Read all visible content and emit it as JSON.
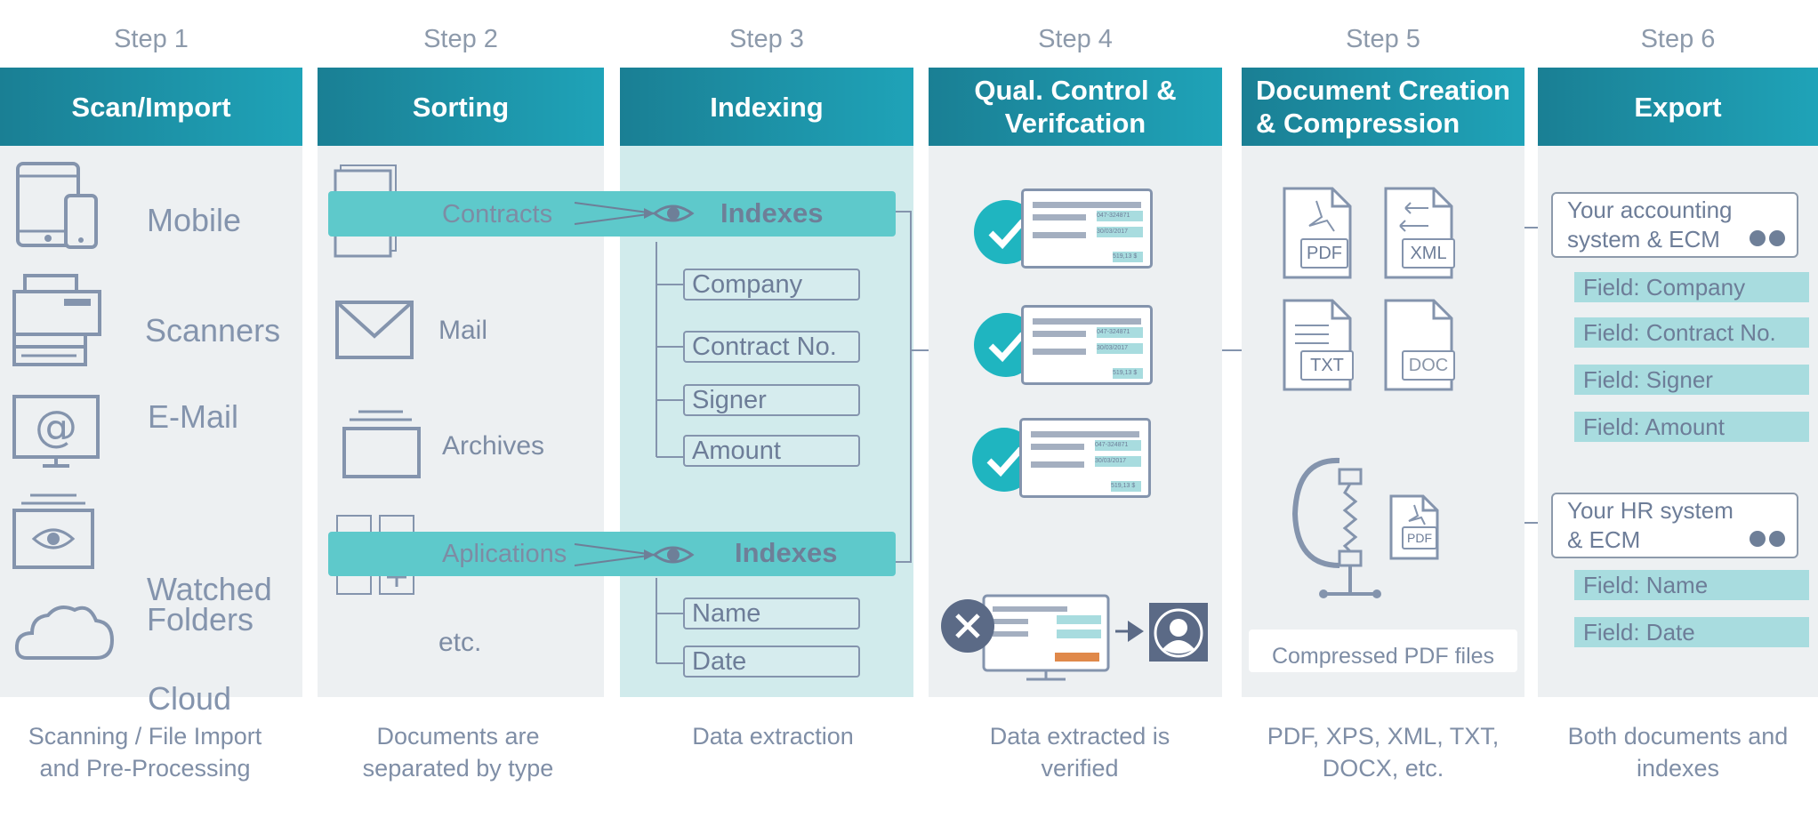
{
  "steps": [
    {
      "label": "Step 1",
      "title": "Scan/Import",
      "caption_l1": "Scanning / File Import",
      "caption_l2": "and Pre-Processing"
    },
    {
      "label": "Step 2",
      "title": "Sorting",
      "caption_l1": "Documents are",
      "caption_l2": "separated by type"
    },
    {
      "label": "Step 3",
      "title": "Indexing",
      "caption_l1": "Data extraction",
      "caption_l2": ""
    },
    {
      "label": "Step 4",
      "title_l1": "Qual. Control &",
      "title_l2": "Verifcation",
      "caption_l1": "Data extracted is",
      "caption_l2": "verified"
    },
    {
      "label": "Step 5",
      "title_l1": "Document Creation",
      "title_l2": "& Compression",
      "caption_l1": "PDF, XPS, XML, TXT,",
      "caption_l2": "DOCX, etc."
    },
    {
      "label": "Step 6",
      "title": "Export",
      "caption_l1": "Both documents and",
      "caption_l2": "indexes"
    }
  ],
  "sources": {
    "mobile": "Mobile",
    "scanners": "Scanners",
    "email": "E-Mail",
    "watched_l1": "Watched",
    "watched_l2": "Folders",
    "cloud": "Cloud"
  },
  "sorting": {
    "contracts": "Contracts",
    "mail": "Mail",
    "archives": "Archives",
    "aplications": "Aplications",
    "etc": "etc."
  },
  "indexing": {
    "indexes_label": "Indexes",
    "contract_fields": [
      "Company",
      "Contract No.",
      "Signer",
      "Amount"
    ],
    "application_fields": [
      "Name",
      "Date"
    ]
  },
  "verification": {
    "doc_lines": [
      "047-324871",
      "30/03/2017",
      "519,13 $"
    ]
  },
  "creation": {
    "file_types": [
      "PDF",
      "XML",
      "TXT",
      "DOC"
    ],
    "small_pdf": "PDF",
    "compressed_label": "Compressed PDF files"
  },
  "export": {
    "system1_l1": "Your accounting",
    "system1_l2": "system & ECM",
    "system1_fields": [
      "Field: Company",
      "Field: Contract No.",
      "Field: Signer",
      "Field: Amount"
    ],
    "system2_l1": "Your HR system",
    "system2_l2": "& ECM",
    "system2_fields": [
      "Field: Name",
      "Field: Date"
    ]
  },
  "colors": {
    "header_teal": "#1a8fa5",
    "bar_teal": "#5ec9cb",
    "check_teal": "#1fb5c0",
    "icon_gray": "#8494ad"
  }
}
